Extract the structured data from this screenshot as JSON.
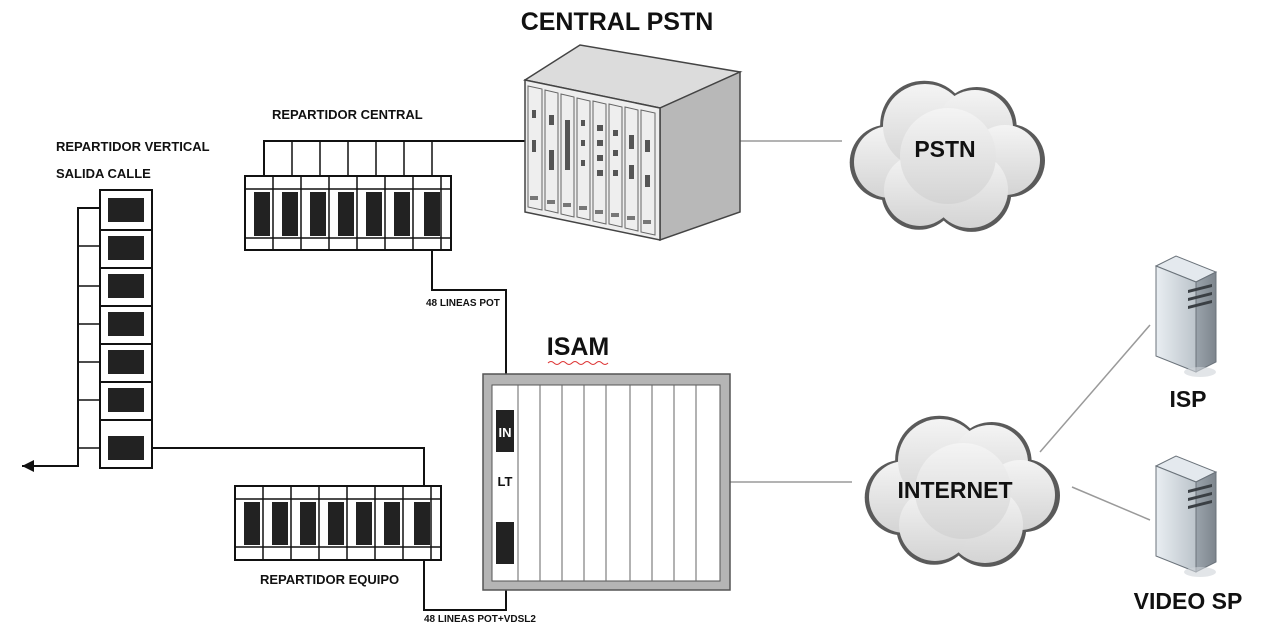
{
  "labels": {
    "central_pstn": "CENTRAL PSTN",
    "pstn": "PSTN",
    "repartidor_central": "REPARTIDOR CENTRAL",
    "repartidor_vertical_line1": "REPARTIDOR VERTICAL",
    "repartidor_vertical_line2": "SALIDA CALLE",
    "lineas_pot": "48 LINEAS POT",
    "isam": "ISAM",
    "in_port": "IN",
    "lt_card": "LT",
    "internet": "INTERNET",
    "isp": "ISP",
    "video_sp": "VIDEO SP",
    "repartidor_equipo": "REPARTIDOR EQUIPO",
    "lineas_pot_vdsl": "48 LINEAS POT+VDSL2"
  },
  "colors": {
    "cloud_fill": "#e6e6e6",
    "cloud_stroke": "#5a5a5a",
    "rack_frame": "#a9a9a9",
    "wire": "#111111",
    "link": "#9a9a9a"
  },
  "icons": {
    "central": "telephone-exchange-cabinet-icon",
    "server": "server-tower-icon",
    "cloud": "cloud-icon"
  }
}
